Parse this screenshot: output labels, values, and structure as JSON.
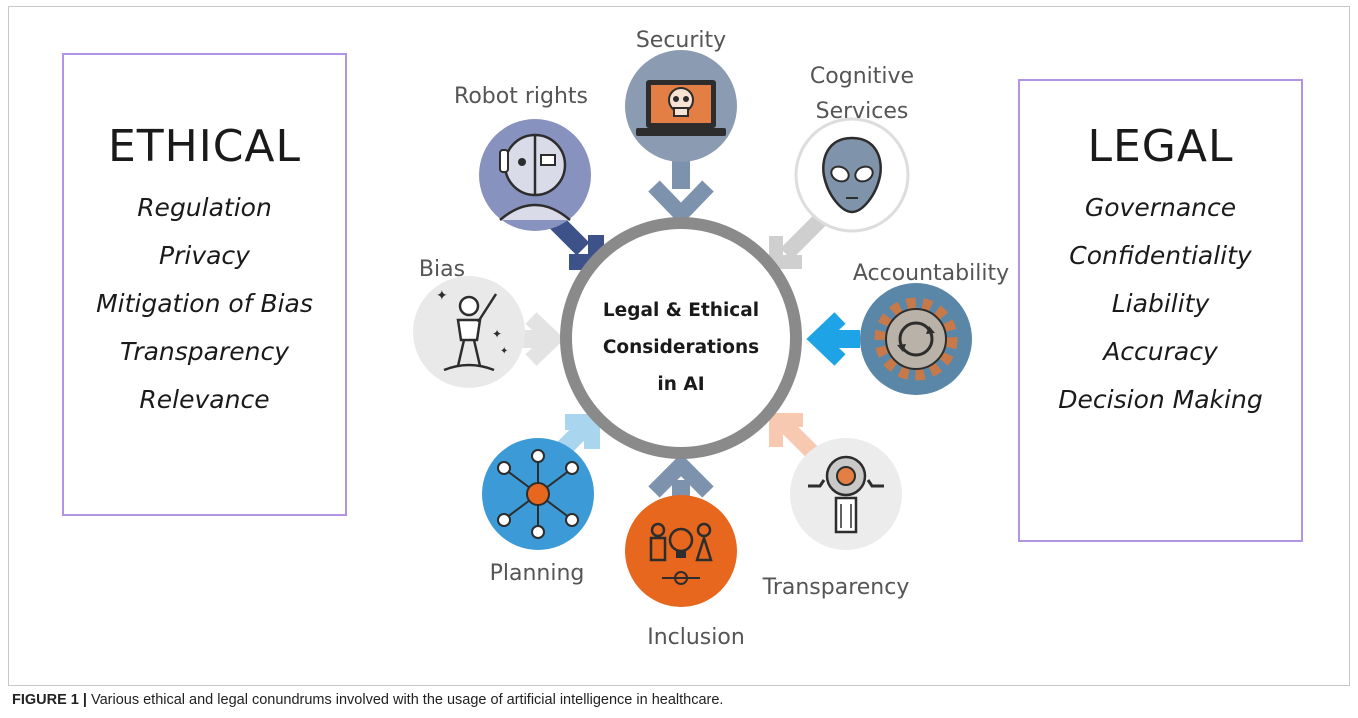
{
  "ethical": {
    "title": "ETHICAL",
    "items": [
      "Regulation",
      "Privacy",
      "Mitigation of Bias",
      "Transparency",
      "Relevance"
    ]
  },
  "legal": {
    "title": "LEGAL",
    "items": [
      "Governance",
      "Confidentiality",
      "Liability",
      "Accuracy",
      "Decision Making"
    ]
  },
  "center": {
    "line1": "Legal & Ethical",
    "line2": "Considerations",
    "line3": "in AI"
  },
  "nodes": {
    "security": {
      "label": "Security",
      "icon": "skull-laptop-icon"
    },
    "cognitive": {
      "label1": "Cognitive",
      "label2": "Services",
      "icon": "alien-face-icon"
    },
    "accountability": {
      "label": "Accountability",
      "icon": "gear-cycle-icon"
    },
    "transparency": {
      "label": "Transparency",
      "icon": "gear-person-icon"
    },
    "inclusion": {
      "label": "Inclusion",
      "icon": "people-idea-icon"
    },
    "planning": {
      "label": "Planning",
      "icon": "network-people-icon"
    },
    "bias": {
      "label": "Bias",
      "icon": "person-sparkle-icon"
    },
    "robot": {
      "label": "Robot rights",
      "icon": "robot-head-icon"
    }
  },
  "caption": {
    "label": "FIGURE 1 |",
    "text": " Various ethical and legal conundrums involved with the usage of artificial intelligence in healthcare."
  }
}
